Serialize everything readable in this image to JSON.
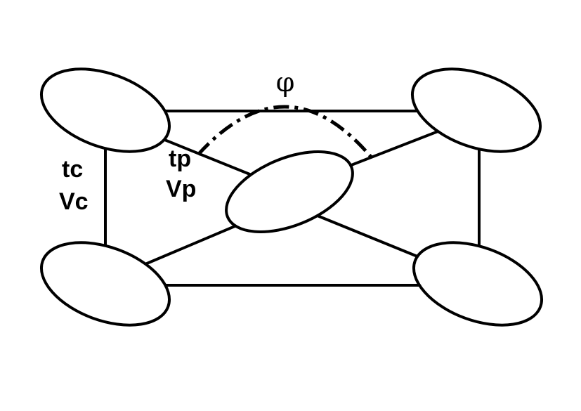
{
  "labels": {
    "angle": "φ",
    "corner_hopping": "tc",
    "corner_potential": "Vc",
    "center_hopping": "tp",
    "center_potential": "Vp"
  },
  "colors": {
    "stroke": "#000000",
    "background": "#ffffff"
  }
}
